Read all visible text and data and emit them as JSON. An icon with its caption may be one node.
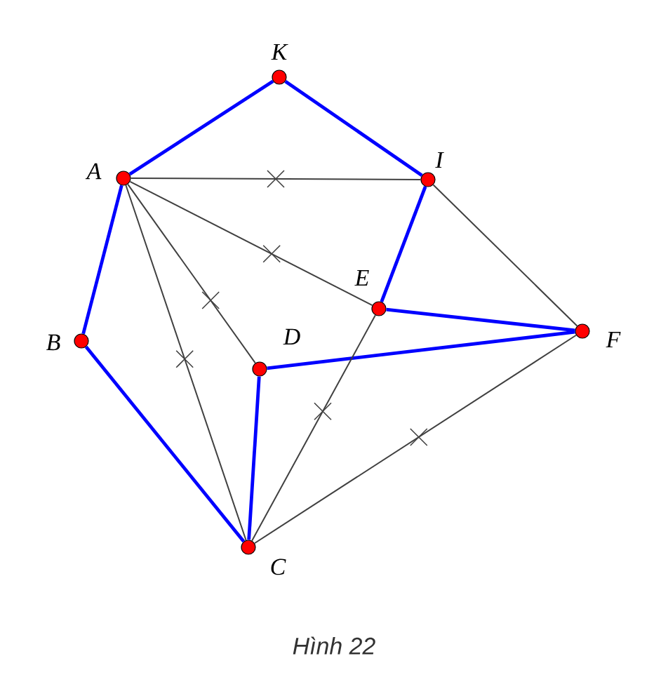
{
  "diagram": {
    "caption": "Hình 22",
    "nodes": [
      {
        "text": [],
        "shape": "circle",
        "beside": [
          "K"
        ]
      },
      {
        "text": [],
        "shape": "circle",
        "beside": [
          "A"
        ]
      },
      {
        "text": [],
        "shape": "circle",
        "beside": [
          "I"
        ]
      },
      {
        "text": [],
        "shape": "circle",
        "beside": [
          "E"
        ]
      },
      {
        "text": [],
        "shape": "circle",
        "beside": [
          "B"
        ]
      },
      {
        "text": [],
        "shape": "circle",
        "beside": [
          "D"
        ]
      },
      {
        "text": [],
        "shape": "circle",
        "beside": [
          "F"
        ]
      },
      {
        "text": [],
        "shape": "circle",
        "beside": [
          "C"
        ]
      }
    ],
    "edges": [
      {
        "from": 1,
        "to": 0,
        "arrow": "none"
      },
      {
        "from": 0,
        "to": 2,
        "arrow": "none"
      },
      {
        "from": 1,
        "to": 2,
        "arrow": "none",
        "color": "#404040"
      },
      {
        "from": 1,
        "to": 3,
        "arrow": "none",
        "color": "#404040"
      },
      {
        "from": 1,
        "to": 5,
        "arrow": "none",
        "color": "#404040"
      },
      {
        "from": 1,
        "to": 7,
        "arrow": "none",
        "color": "#404040"
      },
      {
        "from": 1,
        "to": 4,
        "arrow": "none"
      },
      {
        "from": 4,
        "to": 7,
        "arrow": "none"
      },
      {
        "from": 2,
        "to": 3,
        "arrow": "none"
      },
      {
        "from": 2,
        "to": 6,
        "arrow": "none",
        "color": "#404040"
      },
      {
        "from": 3,
        "to": 6,
        "arrow": "none"
      },
      {
        "from": 5,
        "to": 6,
        "arrow": "none"
      },
      {
        "from": 7,
        "to": 5,
        "arrow": "none"
      },
      {
        "from": 7,
        "to": 3,
        "arrow": "none",
        "color": "#404040"
      },
      {
        "from": 7,
        "to": 6,
        "arrow": "none",
        "color": "#404040"
      }
    ]
  }
}
